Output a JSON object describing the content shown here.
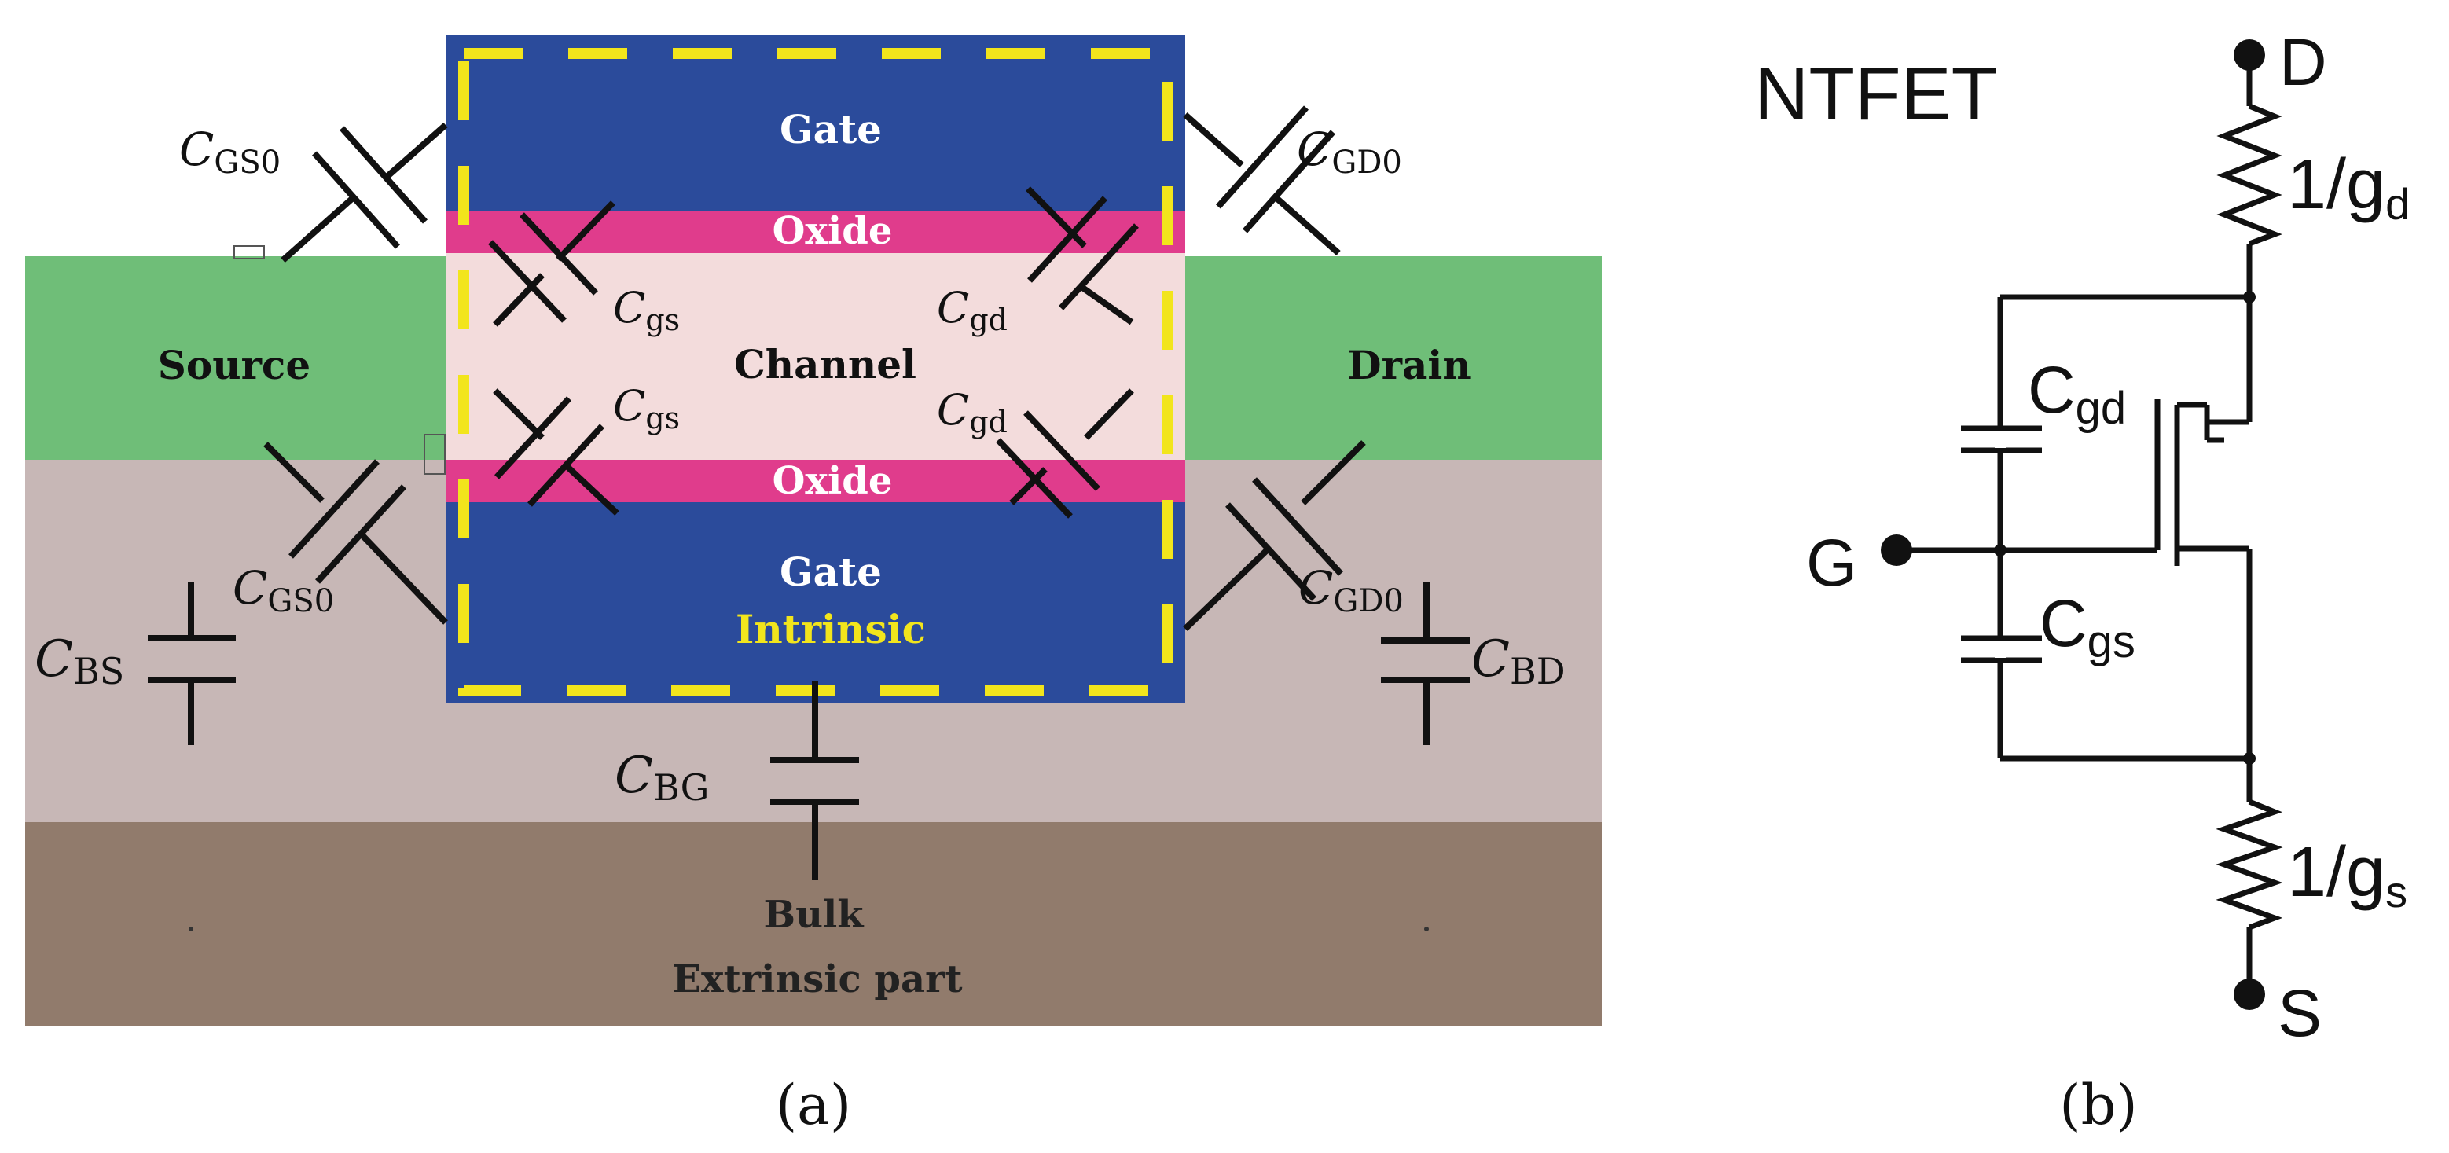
{
  "panel_a": {
    "caption": "(a)",
    "regions": {
      "gate_top": "Gate",
      "oxide_top": "Oxide",
      "channel": "Channel",
      "oxide_bottom": "Oxide",
      "gate_bottom": "Gate",
      "intrinsic": "Intrinsic",
      "source": "Source",
      "drain": "Drain",
      "bulk": "Bulk",
      "extrinsic": "Extrinsic part"
    },
    "capacitors": {
      "cgs0_top": {
        "main": "C",
        "sub": "GS0"
      },
      "cgd0_top": {
        "main": "C",
        "sub": "GD0"
      },
      "cgs_top": {
        "main": "C",
        "sub": "gs"
      },
      "cgd_top": {
        "main": "C",
        "sub": "gd"
      },
      "cgs_bottom": {
        "main": "C",
        "sub": "gs"
      },
      "cgd_bottom": {
        "main": "C",
        "sub": "gd"
      },
      "cgs0_bottom": {
        "main": "C",
        "sub": "GS0"
      },
      "cgd0_bottom": {
        "main": "C",
        "sub": "GD0"
      },
      "cbs": {
        "main": "C",
        "sub": "BS"
      },
      "cbd": {
        "main": "C",
        "sub": "BD"
      },
      "cbg": {
        "main": "C",
        "sub": "BG"
      }
    },
    "colors": {
      "gate": "#2b4b9b",
      "oxide": "#e03c8c",
      "channel": "#f3dcdc",
      "source_drain": "#6fbe78",
      "substrate": "#c7b7b6",
      "bulk": "#917b6c",
      "intrinsic_border": "#f2e51c"
    }
  },
  "panel_b": {
    "caption": "(b)",
    "title": "NTFET",
    "terminals": {
      "drain": "D",
      "gate": "G",
      "source": "S"
    },
    "elements": {
      "rd": {
        "main": "1/g",
        "sub": "d"
      },
      "rs": {
        "main": "1/g",
        "sub": "s"
      },
      "cgd": {
        "main": "C",
        "sub": "gd"
      },
      "cgs": {
        "main": "C",
        "sub": "gs"
      }
    }
  }
}
